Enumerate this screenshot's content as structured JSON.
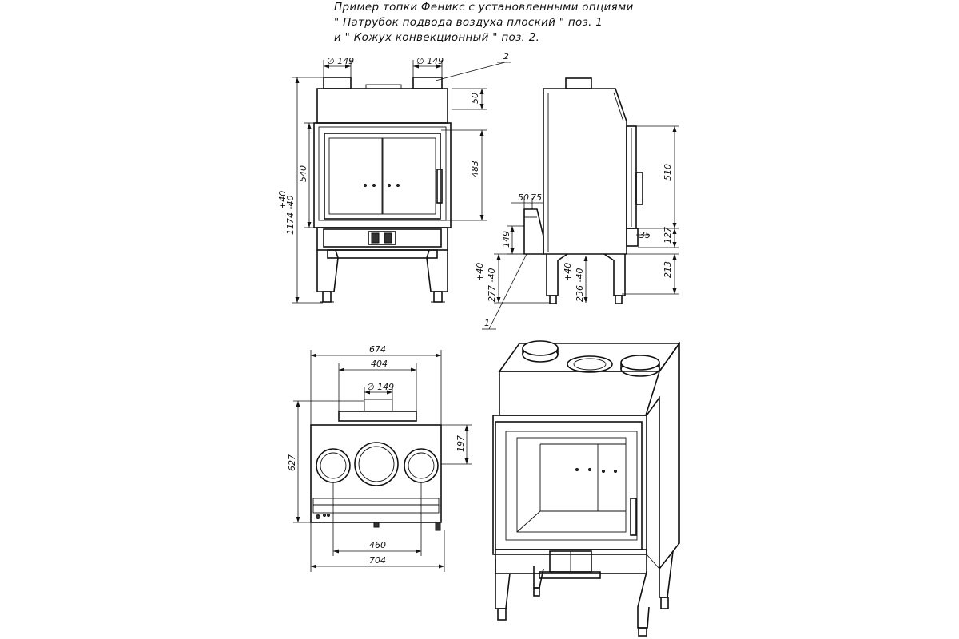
{
  "title": {
    "line1": "Пример топки Феникс с установленными опциями",
    "line2": "\" Патрубок подвода воздуха плоский \" поз. 1",
    "line3": "и \" Кожух конвекционный \" поз. 2."
  },
  "front_view": {
    "dia_left": "∅ 149",
    "dia_right": "∅ 149",
    "pos2": "2",
    "d50": "50",
    "d483": "483",
    "d540": "540",
    "d1174": "1174 -40",
    "d1174_plus": "+40"
  },
  "side_view": {
    "d50": "50",
    "d75": "75",
    "d149": "149",
    "d277": "277 -40",
    "d277_plus": "+40",
    "d236": "236 -40",
    "d236_plus": "+40",
    "d510": "510",
    "d35": "35",
    "d127": "127",
    "d213": "213",
    "pos1": "1"
  },
  "top_view": {
    "d674": "674",
    "d404": "404",
    "dia149": "∅ 149",
    "d627": "627",
    "d197": "197",
    "d460": "460",
    "d704": "704"
  }
}
